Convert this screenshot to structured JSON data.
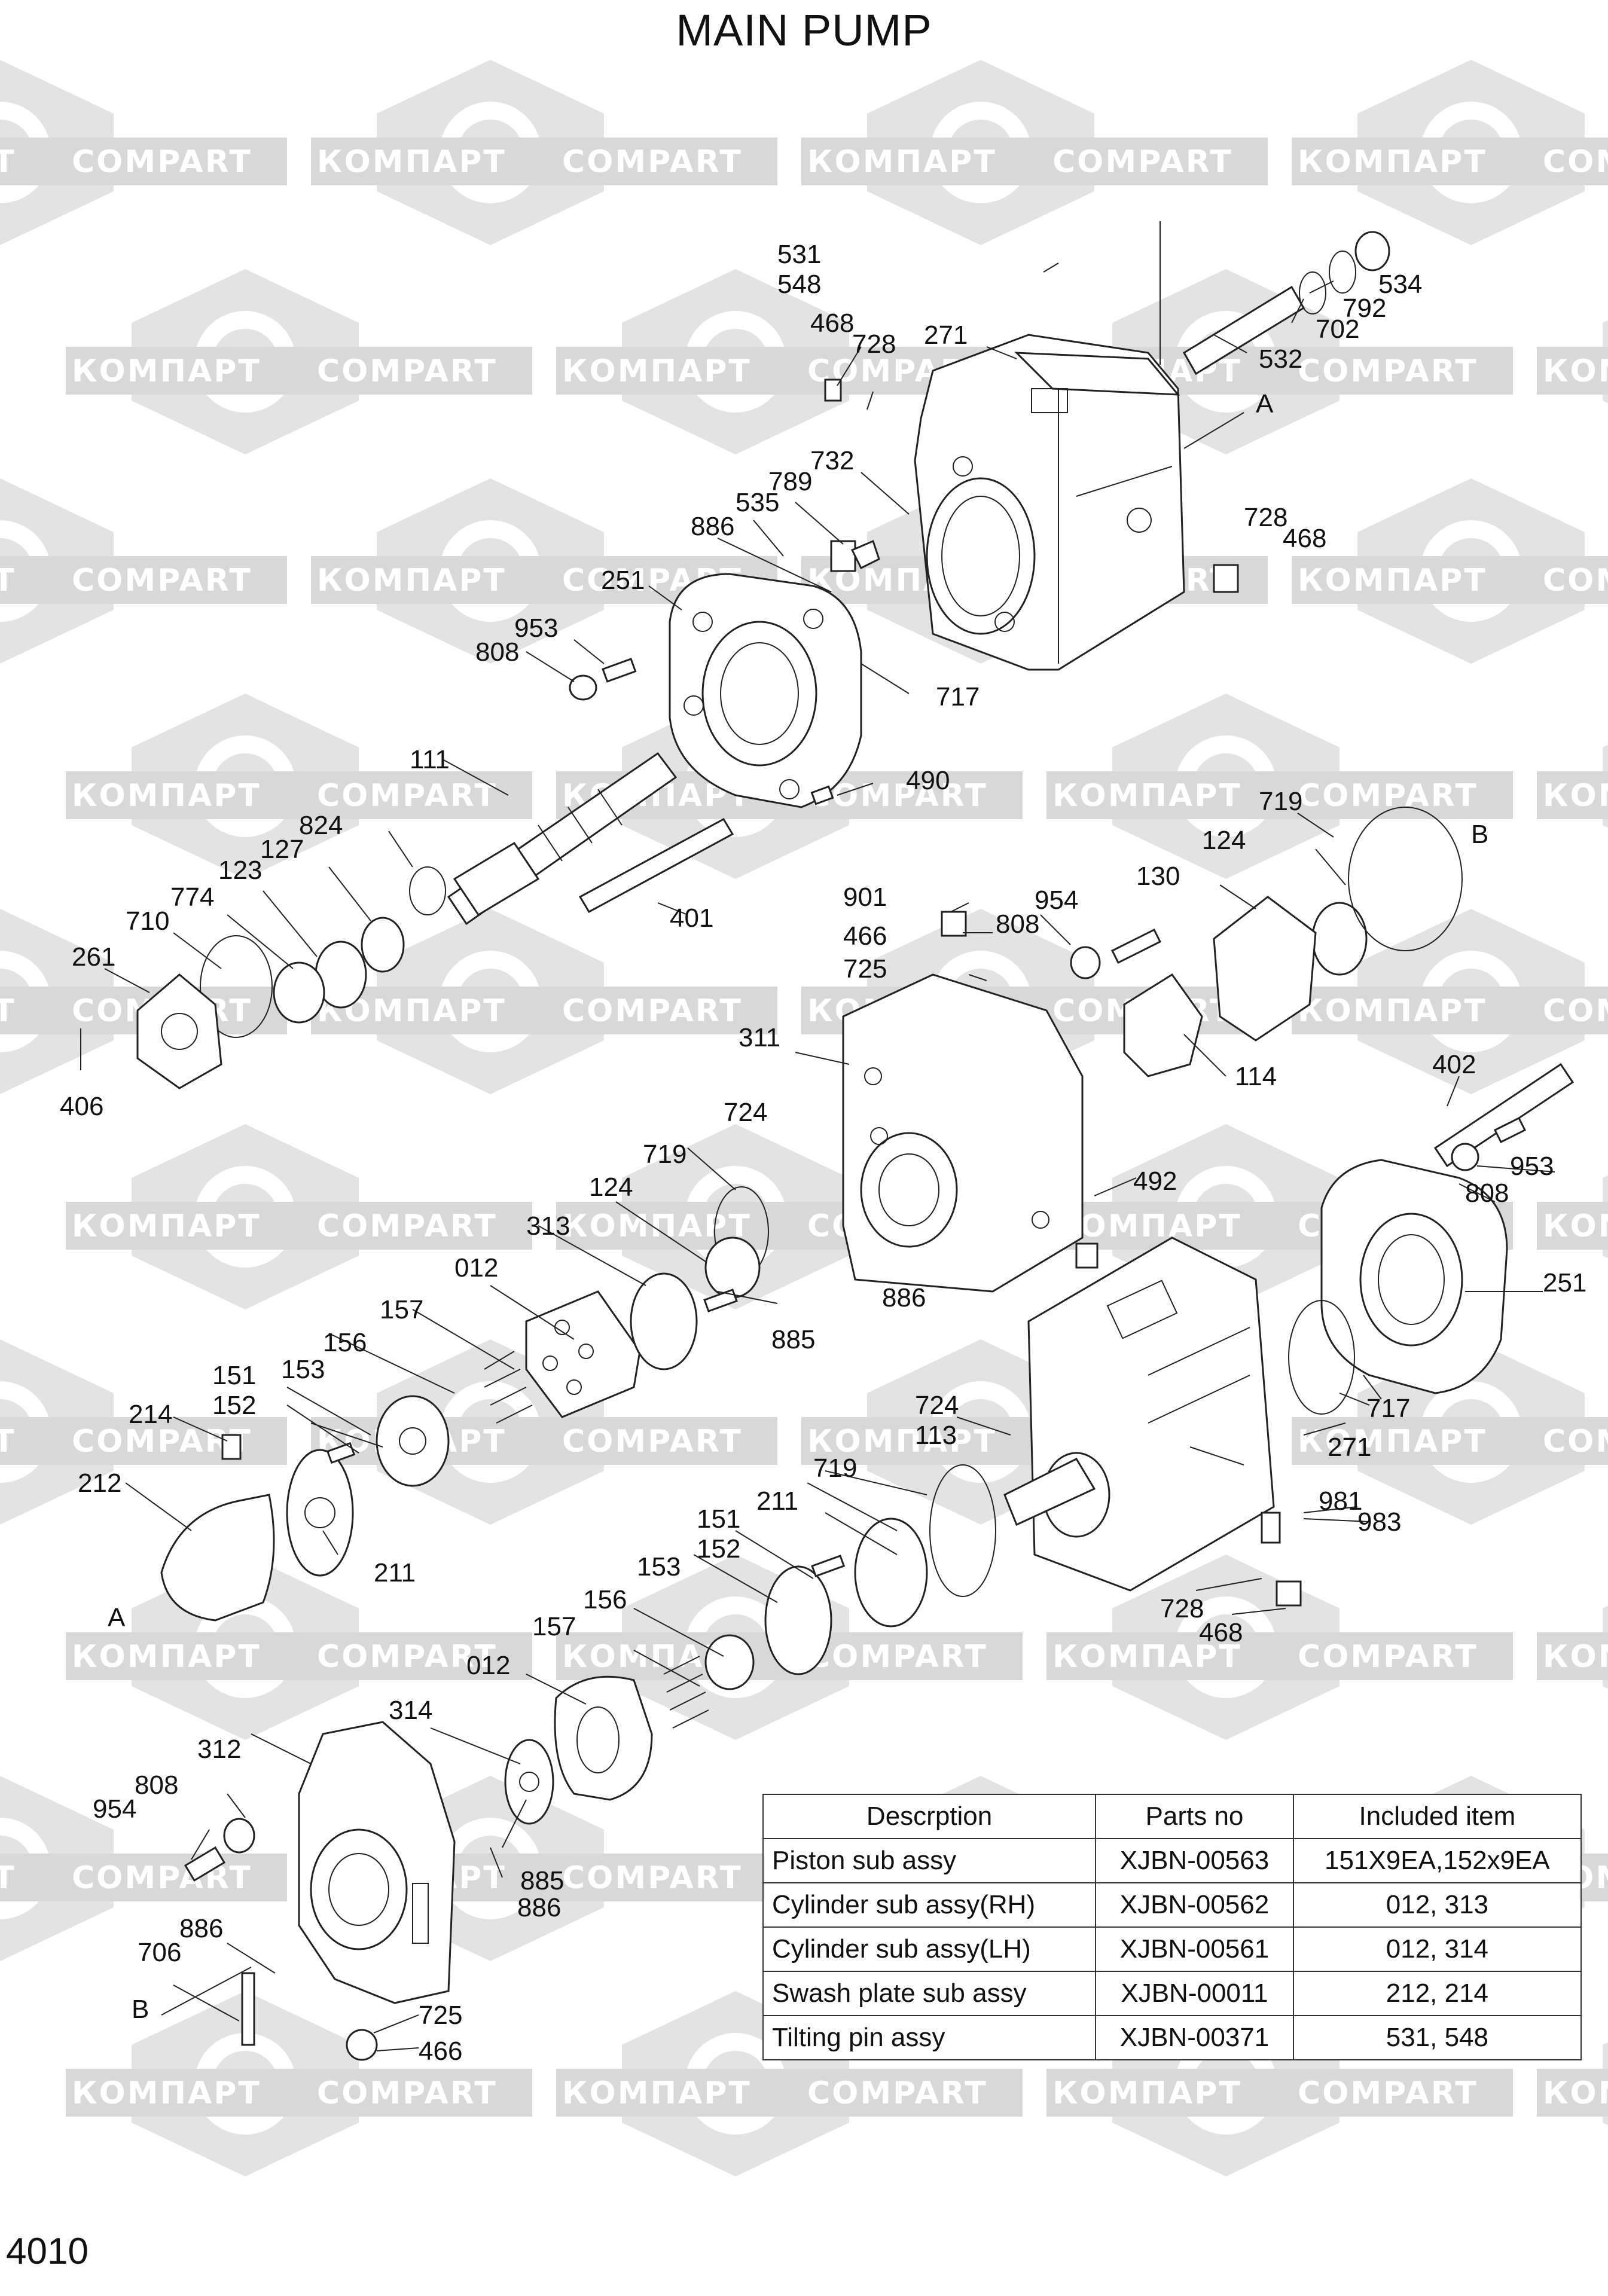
{
  "title": "MAIN PUMP",
  "page_number": "4010",
  "watermark": {
    "latin": "COMPART",
    "cyrillic": "КОМПАРТ",
    "color": "#d8d8d8"
  },
  "callouts": [
    {
      "id": "c531",
      "text": "531"
    },
    {
      "id": "c548",
      "text": "548"
    },
    {
      "id": "c534",
      "text": "534"
    },
    {
      "id": "c792",
      "text": "792"
    },
    {
      "id": "c702",
      "text": "702"
    },
    {
      "id": "c532",
      "text": "532"
    },
    {
      "id": "c468a",
      "text": "468"
    },
    {
      "id": "c728a",
      "text": "728"
    },
    {
      "id": "c271a",
      "text": "271"
    },
    {
      "id": "cAa",
      "text": "A"
    },
    {
      "id": "c732",
      "text": "732"
    },
    {
      "id": "c789",
      "text": "789"
    },
    {
      "id": "c535",
      "text": "535"
    },
    {
      "id": "c886a",
      "text": "886"
    },
    {
      "id": "c728b",
      "text": "728"
    },
    {
      "id": "c468b",
      "text": "468"
    },
    {
      "id": "c251a",
      "text": "251"
    },
    {
      "id": "c953a",
      "text": "953"
    },
    {
      "id": "c808a",
      "text": "808"
    },
    {
      "id": "c717a",
      "text": "717"
    },
    {
      "id": "c111",
      "text": "111"
    },
    {
      "id": "c490",
      "text": "490"
    },
    {
      "id": "c824",
      "text": "824"
    },
    {
      "id": "c127",
      "text": "127"
    },
    {
      "id": "c123",
      "text": "123"
    },
    {
      "id": "c774",
      "text": "774"
    },
    {
      "id": "c710",
      "text": "710"
    },
    {
      "id": "c261",
      "text": "261"
    },
    {
      "id": "c406",
      "text": "406"
    },
    {
      "id": "c401",
      "text": "401"
    },
    {
      "id": "c719a",
      "text": "719"
    },
    {
      "id": "cB1",
      "text": "B"
    },
    {
      "id": "c124a",
      "text": "124"
    },
    {
      "id": "c130",
      "text": "130"
    },
    {
      "id": "c901",
      "text": "901"
    },
    {
      "id": "c954a",
      "text": "954"
    },
    {
      "id": "c466a",
      "text": "466"
    },
    {
      "id": "c808b",
      "text": "808"
    },
    {
      "id": "c725a",
      "text": "725"
    },
    {
      "id": "c114",
      "text": "114"
    },
    {
      "id": "c311",
      "text": "311"
    },
    {
      "id": "c402",
      "text": "402"
    },
    {
      "id": "c724a",
      "text": "724"
    },
    {
      "id": "c953b",
      "text": "953"
    },
    {
      "id": "c808c",
      "text": "808"
    },
    {
      "id": "c492",
      "text": "492"
    },
    {
      "id": "c719b",
      "text": "719"
    },
    {
      "id": "c124b",
      "text": "124"
    },
    {
      "id": "c313",
      "text": "313"
    },
    {
      "id": "c012a",
      "text": "012"
    },
    {
      "id": "c886b",
      "text": "886"
    },
    {
      "id": "c885a",
      "text": "885"
    },
    {
      "id": "c251b",
      "text": "251"
    },
    {
      "id": "c157a",
      "text": "157"
    },
    {
      "id": "c156a",
      "text": "156"
    },
    {
      "id": "c151a",
      "text": "151"
    },
    {
      "id": "c152a",
      "text": "152"
    },
    {
      "id": "c153a",
      "text": "153"
    },
    {
      "id": "c214",
      "text": "214"
    },
    {
      "id": "c212",
      "text": "212"
    },
    {
      "id": "c211a",
      "text": "211"
    },
    {
      "id": "cAb",
      "text": "A"
    },
    {
      "id": "c717b",
      "text": "717"
    },
    {
      "id": "c724b",
      "text": "724"
    },
    {
      "id": "c113",
      "text": "113"
    },
    {
      "id": "c271b",
      "text": "271"
    },
    {
      "id": "c719c",
      "text": "719"
    },
    {
      "id": "c211b",
      "text": "211"
    },
    {
      "id": "c981",
      "text": "981"
    },
    {
      "id": "c983",
      "text": "983"
    },
    {
      "id": "c151b",
      "text": "151"
    },
    {
      "id": "c152b",
      "text": "152"
    },
    {
      "id": "c153b",
      "text": "153"
    },
    {
      "id": "c728c",
      "text": "728"
    },
    {
      "id": "c468c",
      "text": "468"
    },
    {
      "id": "c156b",
      "text": "156"
    },
    {
      "id": "c157b",
      "text": "157"
    },
    {
      "id": "c012b",
      "text": "012"
    },
    {
      "id": "c314",
      "text": "314"
    },
    {
      "id": "c312",
      "text": "312"
    },
    {
      "id": "c808d",
      "text": "808"
    },
    {
      "id": "c954b",
      "text": "954"
    },
    {
      "id": "c885b",
      "text": "885"
    },
    {
      "id": "c886c",
      "text": "886"
    },
    {
      "id": "c886d",
      "text": "886"
    },
    {
      "id": "c706",
      "text": "706"
    },
    {
      "id": "cB2",
      "text": "B"
    },
    {
      "id": "c725b",
      "text": "725"
    },
    {
      "id": "c466b",
      "text": "466"
    }
  ],
  "table": {
    "headers": [
      "Descrption",
      "Parts no",
      "Included item"
    ],
    "rows": [
      [
        "Piston sub assy",
        "XJBN-00563",
        "151X9EA,152x9EA"
      ],
      [
        "Cylinder sub assy(RH)",
        "XJBN-00562",
        "012, 313"
      ],
      [
        "Cylinder sub assy(LH)",
        "XJBN-00561",
        "012, 314"
      ],
      [
        "Swash plate sub assy",
        "XJBN-00011",
        "212, 214"
      ],
      [
        "Tilting pin assy",
        "XJBN-00371",
        "531, 548"
      ]
    ]
  }
}
